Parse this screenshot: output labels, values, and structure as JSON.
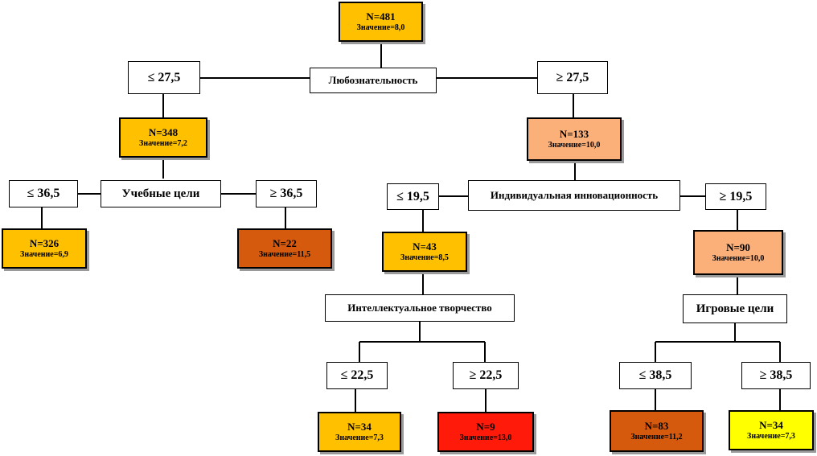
{
  "nodes": {
    "root": {
      "n": "N=481",
      "v": "Значение=8,0",
      "color": "#FFC000"
    },
    "l": {
      "n": "N=348",
      "v": "Значение=7,2",
      "color": "#FFC000"
    },
    "r": {
      "n": "N=133",
      "v": "Значение=10,0",
      "color": "#FBB07A"
    },
    "ll": {
      "n": "N=326",
      "v": "Значение=6,9",
      "color": "#FFC000"
    },
    "lr": {
      "n": "N=22",
      "v": "Значение=11,5",
      "color": "#D55A0E"
    },
    "rl": {
      "n": "N=43",
      "v": "Значение=8,5",
      "color": "#FFC000"
    },
    "rr": {
      "n": "N=90",
      "v": "Значение=10,0",
      "color": "#FBB07A"
    },
    "rll": {
      "n": "N=34",
      "v": "Значение=7,3",
      "color": "#FFC000"
    },
    "rlr": {
      "n": "N=9",
      "v": "Значение=13,0",
      "color": "#FF1A0A"
    },
    "rrl": {
      "n": "N=83",
      "v": "Значение=11,2",
      "color": "#D55A0E"
    },
    "rrr": {
      "n": "N=34",
      "v": "Значение=7,3",
      "color": "#FFFF00"
    }
  },
  "splits": {
    "root": "Любознательность",
    "l": "Учебные цели",
    "r": "Индивидуальная инновационность",
    "rl": "Интеллектуальное творчество",
    "rr": "Игровые цели"
  },
  "conditions": {
    "root_left": "≤ 27,5",
    "root_right": "≥ 27,5",
    "l_left": "≤ 36,5",
    "l_right": "≥ 36,5",
    "r_left": "≤ 19,5",
    "r_right": "≥ 19,5",
    "rl_left": "≤ 22,5",
    "rl_right": "≥ 22,5",
    "rr_left": "≤ 38,5",
    "rr_right": "≥ 38,5"
  }
}
